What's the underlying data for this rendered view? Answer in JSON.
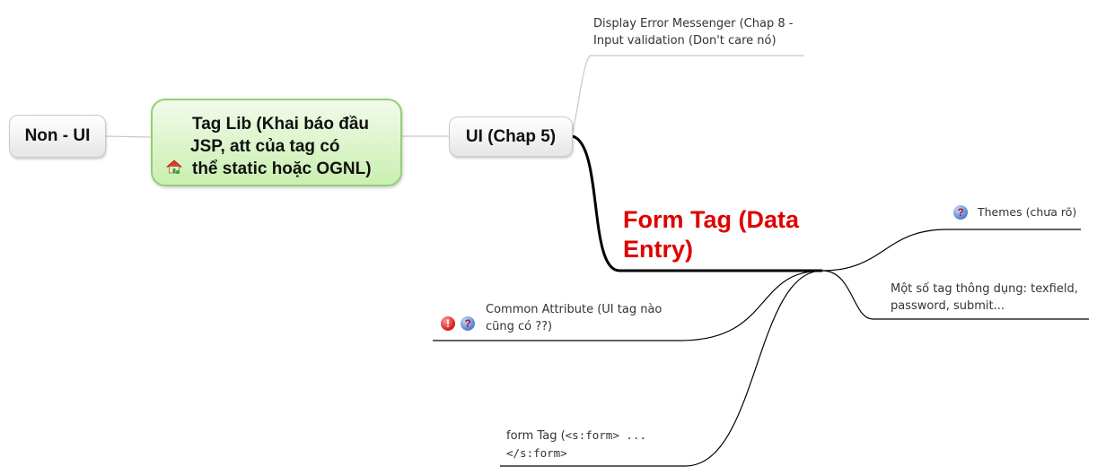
{
  "nodes": {
    "non_ui": "Non - UI",
    "tag_lib": {
      "line1": "Tag Lib (Khai báo đầu",
      "line2": "JSP,  att của tag có",
      "line3": "thể static hoặc OGNL)"
    },
    "ui": "UI (Chap 5)",
    "display_error": {
      "line1": "Display Error Messenger (Chap 8 -",
      "line2": "Input validation (Don't care nó)"
    },
    "form_tag": {
      "line1": "Form Tag (Data",
      "line2": "Entry)"
    },
    "themes": "Themes (chưa rõ)",
    "common_tags": {
      "line1": "Một số tag thông dụng: texfield,",
      "line2": "password, submit..."
    },
    "common_attribute": {
      "line1": "Common Attribute (UI tag nào",
      "line2": "cũng có ??)"
    },
    "form_tag_child": {
      "line1_text": "form Tag  (",
      "line1_code": "<s:form> ...",
      "line2_code": "</s:form>"
    }
  },
  "icons": {
    "question": "question-icon",
    "exclamation": "exclamation-icon",
    "home": "home-icon",
    "question_glyph": "?",
    "exclamation_glyph": "!"
  },
  "colors": {
    "form_tag_text": "#e00000",
    "central_border": "#93cf73",
    "central_fill": "#c9efb0",
    "branch_line": "#000000",
    "light_line": "#c8c8c8"
  }
}
